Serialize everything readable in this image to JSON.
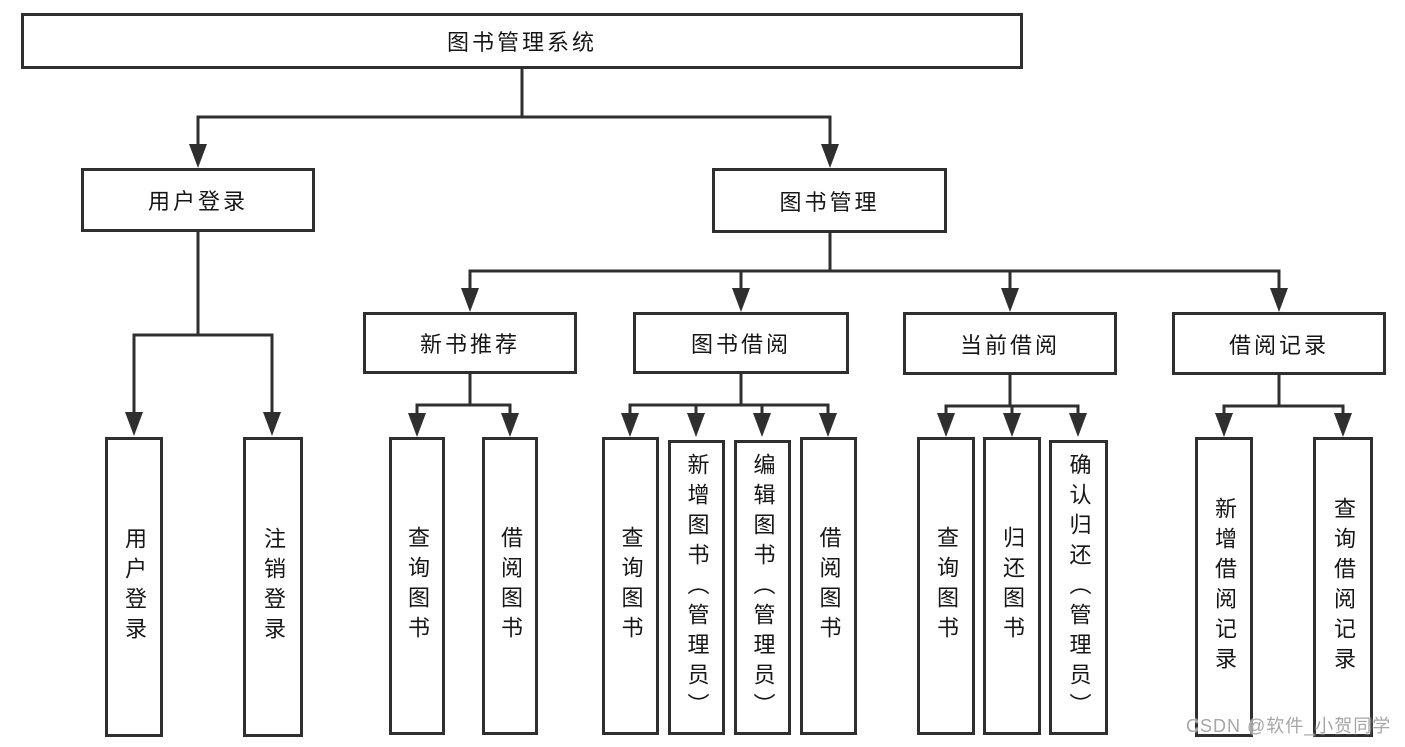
{
  "diagram_type": "function-structure-tree",
  "tree": {
    "label": "图书管理系统",
    "children": [
      {
        "label": "用户登录",
        "children": [
          {
            "label": "用户登录"
          },
          {
            "label": "注销登录"
          }
        ]
      },
      {
        "label": "图书管理",
        "children": [
          {
            "label": "新书推荐",
            "children": [
              {
                "label": "查询图书"
              },
              {
                "label": "借阅图书"
              }
            ]
          },
          {
            "label": "图书借阅",
            "children": [
              {
                "label": "查询图书"
              },
              {
                "label": "新增图书（管理员）"
              },
              {
                "label": "编辑图书（管理员）"
              },
              {
                "label": "借阅图书"
              }
            ]
          },
          {
            "label": "当前借阅",
            "children": [
              {
                "label": "查询图书"
              },
              {
                "label": "归还图书"
              },
              {
                "label": "确认归还（管理员）"
              }
            ]
          },
          {
            "label": "借阅记录",
            "children": [
              {
                "label": "新增借阅记录"
              },
              {
                "label": "查询借阅记录"
              }
            ]
          }
        ]
      }
    ]
  },
  "watermark": {
    "text": "CSDN @软件_小贺同学"
  },
  "colors": {
    "line": "#2f2f2f",
    "text": "#161616",
    "watermark": "#a6a6a6",
    "background": "#ffffff"
  }
}
